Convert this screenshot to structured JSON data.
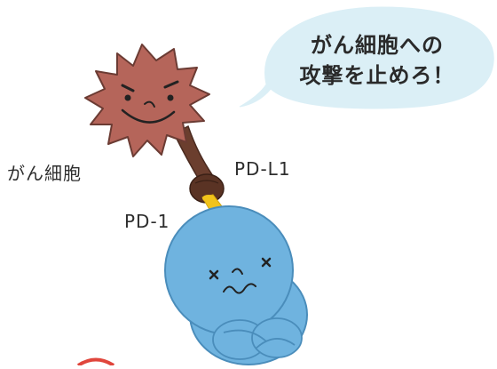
{
  "illustration": {
    "speech_bubble": {
      "line1": "がん細胞への",
      "line2": "攻撃を止めろ！"
    },
    "cancer_cell_label": "がん細胞",
    "ligand_label": "PD-L1",
    "receptor_label": "PD-1",
    "colors": {
      "cancer_cell": "#b5655a",
      "cancer_cell_outline": "#6b3b33",
      "arm": "#6b3e2e",
      "bubble": "#dbeff6",
      "pd1": "#f2c31a",
      "tcell": "#6fb3df",
      "tcell_outline": "#4a8dbb"
    }
  }
}
